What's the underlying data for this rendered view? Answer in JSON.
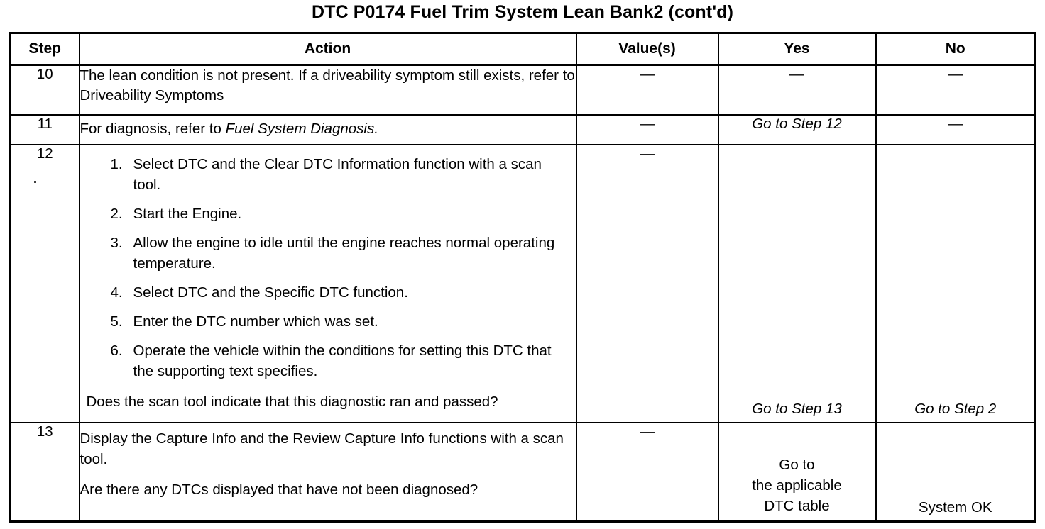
{
  "document": {
    "title": "DTC P0174 Fuel Trim System Lean Bank2 (cont'd)"
  },
  "table": {
    "headers": {
      "step": "Step",
      "action": "Action",
      "value": "Value(s)",
      "yes": "Yes",
      "no": "No"
    },
    "rows": [
      {
        "step": "10",
        "action": "The lean condition is not present. If a driveability symptom still exists, refer to Driveability Symptoms",
        "value": "—",
        "yes": "—",
        "no": "—"
      },
      {
        "step": "11",
        "action_plain": "For diagnosis, refer to ",
        "action_italic": "Fuel System Diagnosis.",
        "value": "—",
        "yes": "Go to Step 12",
        "no": "—"
      },
      {
        "step": "12",
        "items": [
          {
            "num": "1.",
            "text": "Select DTC and the Clear DTC Information function with a scan tool."
          },
          {
            "num": "2.",
            "text": "Start the Engine."
          },
          {
            "num": "3.",
            "text": "Allow the engine to idle until the engine reaches normal operating temperature."
          },
          {
            "num": "4.",
            "text": "Select DTC and the Specific DTC function."
          },
          {
            "num": "5.",
            "text": "Enter the DTC number which was set."
          },
          {
            "num": "6.",
            "text": "Operate the vehicle within the conditions for setting this DTC that the supporting text specifies."
          }
        ],
        "question": "Does the scan tool indicate that this diagnostic ran and passed?",
        "value": "—",
        "yes": "Go to Step 13",
        "no": "Go to Step 2"
      },
      {
        "step": "13",
        "para1": "Display the Capture Info and the Review Capture Info functions with a scan tool.",
        "para2": "Are there any DTCs displayed that have not been diagnosed?",
        "value": "—",
        "yes_line1": "Go to",
        "yes_line2": "the applicable",
        "yes_line3": "DTC table",
        "no": "System OK"
      }
    ]
  },
  "colors": {
    "ink": "#000000",
    "paper": "#ffffff"
  }
}
